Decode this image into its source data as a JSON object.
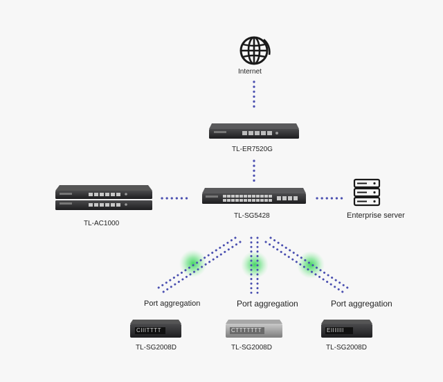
{
  "diagram": {
    "internet_label": "Internet",
    "router_label": "TL-ER7520G",
    "switch_label": "TL-SG5428",
    "controller_label": "TL-AC1000",
    "server_label": "Enterprise server",
    "aggregation_labels": [
      "Port aggregation",
      "Port aggregation",
      "Port aggregation"
    ],
    "access_switch_labels": [
      "TL-SG2008D",
      "TL-SG2008D",
      "TL-SG2008D"
    ],
    "front_texts": [
      "CIIITTTT",
      "CTTTTTTT",
      "EIIIIIII"
    ],
    "colors": {
      "link_dots": "#4a4fb0",
      "glow": "#4fd66a",
      "device_dark": "#2c2c2e",
      "device_silver": "#8f8f8f"
    }
  }
}
